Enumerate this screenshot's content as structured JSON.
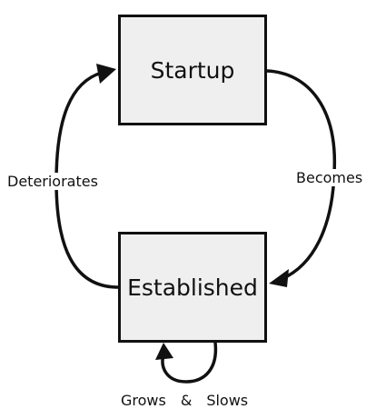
{
  "nodes": {
    "startup": "Startup",
    "established": "Established"
  },
  "edges": {
    "becomes": "Becomes",
    "deteriorates": "Deteriorates",
    "loop_grows": "Grows",
    "loop_and": "&",
    "loop_slows": "Slows"
  },
  "colors": {
    "box_fill": "#efefef",
    "stroke": "#111111"
  }
}
